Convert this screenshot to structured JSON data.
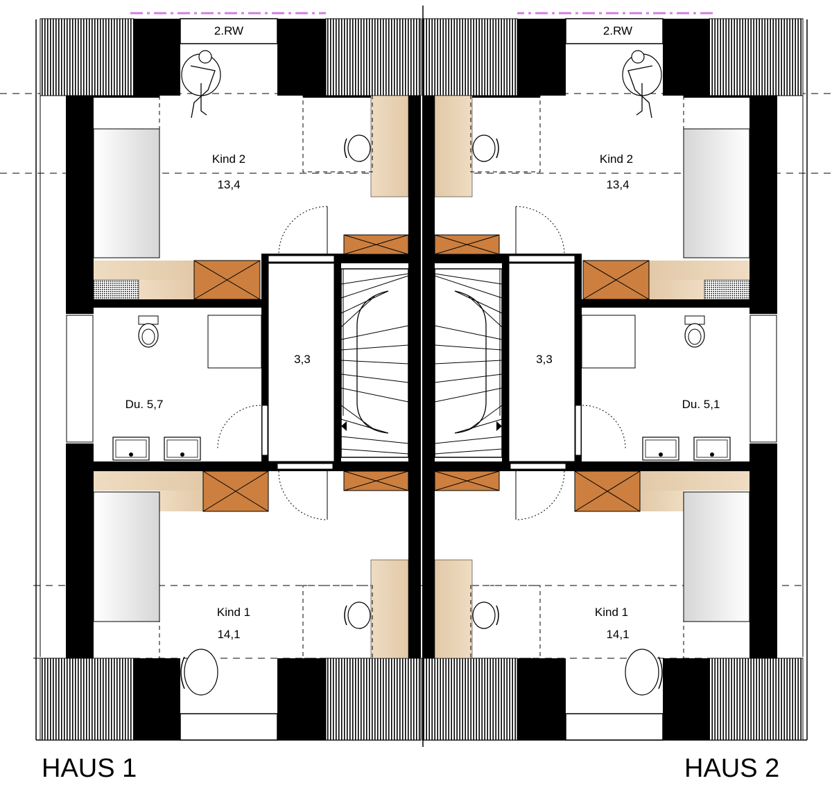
{
  "houses": [
    {
      "name": "HAUS 1",
      "window_label": "2.RW",
      "rooms": [
        {
          "name": "Kind 2",
          "area": "13,4"
        },
        {
          "name": "3,3"
        },
        {
          "name": "Du. 5,7"
        },
        {
          "name": "Kind 1",
          "area": "14,1"
        }
      ]
    },
    {
      "name": "HAUS 2",
      "window_label": "2.RW",
      "rooms": [
        {
          "name": "Kind 2",
          "area": "13,4"
        },
        {
          "name": "3,3"
        },
        {
          "name": "Du. 5,1"
        },
        {
          "name": "Kind 1",
          "area": "14,1"
        }
      ]
    }
  ],
  "colors": {
    "wall": "#000000",
    "wood_light": "#e8d2b6",
    "wood_dark": "#d08c4e",
    "closet": "#cc7f3f",
    "roof_hatch": "#000000",
    "dimension_marks": "#d27ee0"
  }
}
